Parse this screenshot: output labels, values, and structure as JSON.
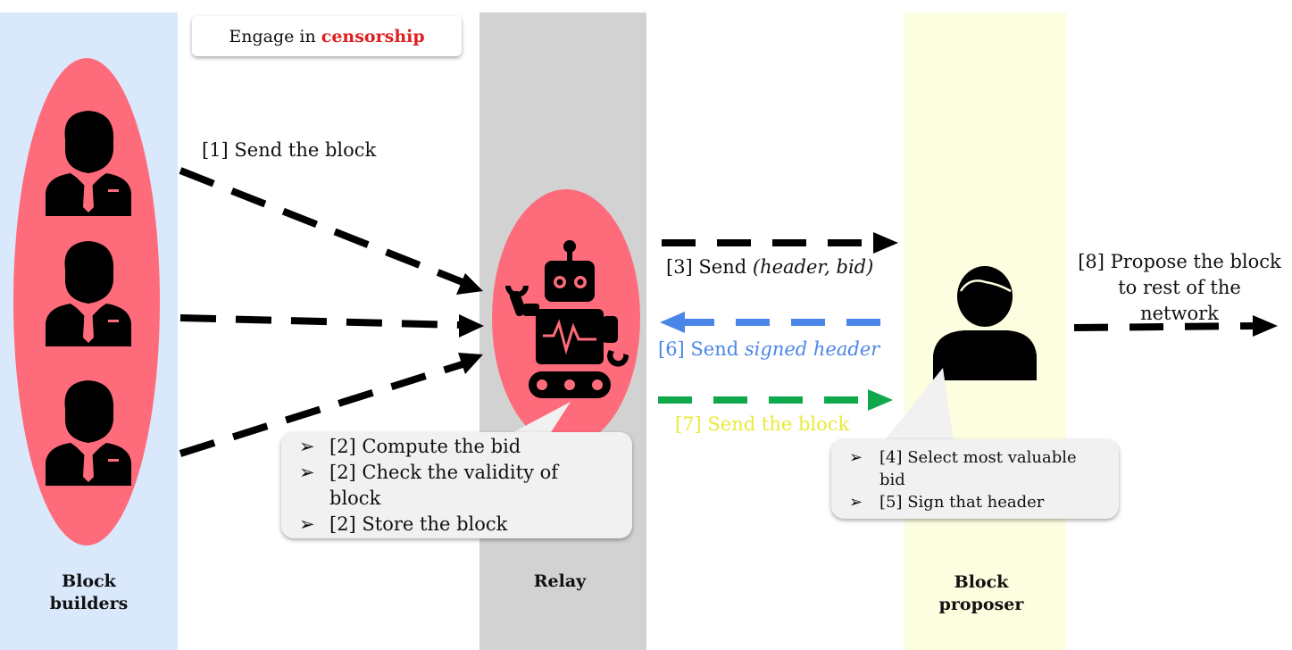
{
  "lanes": {
    "builders_label": "Block\nbuilders",
    "relay_label": "Relay",
    "proposer_label": "Block\nproposer"
  },
  "callout": {
    "prefix": "Engage in ",
    "highlight": "censorship",
    "highlight_color": "#e02020"
  },
  "colors": {
    "builders_lane": "#dae8fb",
    "relay_lane": "#d2d2d2",
    "proposer_lane": "#fdfde0",
    "ellipse": "#fe6b7a",
    "arrow_black": "#000000",
    "arrow_blue": "#4a86e8",
    "arrow_green": "#0fa84a",
    "text_blue": "#4a86e8",
    "text_yellow": "#eaea3a"
  },
  "steps": {
    "s1": "[1] Send the block",
    "s3_prefix": "[3] Send ",
    "s3_math": "(header, bid)",
    "s6_prefix": "[6] Send ",
    "s6_italic": "signed header",
    "s7": "[7] Send the block",
    "s8": "[8] Propose the block\nto rest of the\nnetwork"
  },
  "relay_bubble": {
    "bullet": "➢",
    "items": [
      "[2] Compute the bid",
      "[2] Check the validity of block",
      "[2] Store the block"
    ]
  },
  "proposer_bubble": {
    "bullet": "➢",
    "items": [
      "[4] Select most valuable bid",
      "[5] Sign that header"
    ]
  },
  "icons": {
    "builder": "businessman-icon",
    "relay": "robot-icon",
    "proposer": "person-icon"
  }
}
